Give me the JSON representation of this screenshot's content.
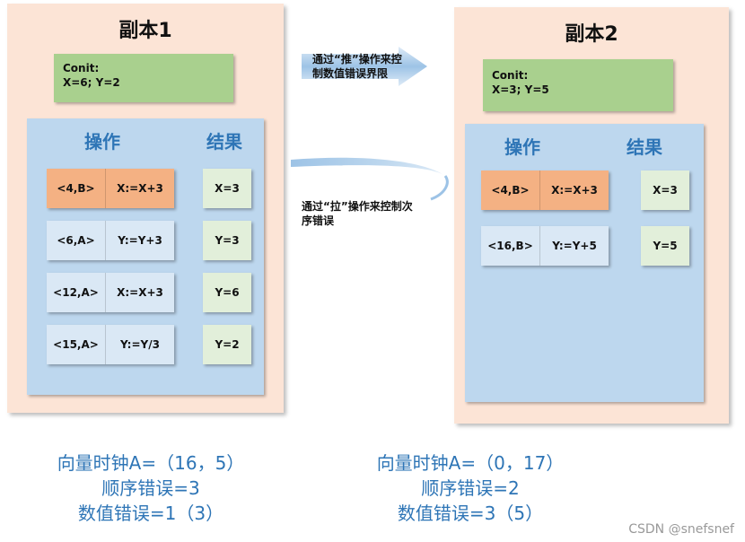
{
  "replica1": {
    "title": "副本1",
    "conit": {
      "line1": "Conit:",
      "line2": "X=6;  Y=2"
    },
    "ops_header": "操作",
    "results_header": "结果",
    "operations": [
      {
        "ts": "<4,B>",
        "op": "X:=X+3",
        "result": "X=3",
        "highlight": true
      },
      {
        "ts": "<6,A>",
        "op": "Y:=Y+3",
        "result": "Y=3",
        "highlight": false
      },
      {
        "ts": "<12,A>",
        "op": "X:=X+3",
        "result": "Y=6",
        "highlight": false
      },
      {
        "ts": "<15,A>",
        "op": "Y:=Y/3",
        "result": "Y=2",
        "highlight": false
      }
    ]
  },
  "replica2": {
    "title": "副本2",
    "conit": {
      "line1": "Conit:",
      "line2": "X=3;  Y=5"
    },
    "ops_header": "操作",
    "results_header": "结果",
    "operations": [
      {
        "ts": "<4,B>",
        "op": "X:=X+3",
        "result": "X=3",
        "highlight": true
      },
      {
        "ts": "<16,B>",
        "op": "Y:=Y+5",
        "result": "Y=5",
        "highlight": false
      }
    ]
  },
  "arrows": {
    "push_label_line1": "通过“推”操作来控",
    "push_label_line2": "制数值错误界限",
    "pull_label_line1": "通过“拉”操作来控制次",
    "pull_label_line2": "序错误"
  },
  "summary1": {
    "line1": "向量时钟A=（16，5）",
    "line2": "顺序错误=3",
    "line3": "数值错误=1（3）"
  },
  "summary2": {
    "line1": "向量时钟A=（0，17）",
    "line2": "顺序错误=2",
    "line3": "数值错误=3（5）"
  },
  "watermark": "CSDN @snefsnef",
  "colors": {
    "replica_bg": "#fce4d6",
    "conit_bg": "#a9d08e",
    "panel_bg": "#bdd7ee",
    "op_highlight": "#f4b183",
    "op_normal": "#dae8f5",
    "result_bg": "#e2efda",
    "header_text": "#2e75b6",
    "arrow": "#9dc3e6"
  }
}
